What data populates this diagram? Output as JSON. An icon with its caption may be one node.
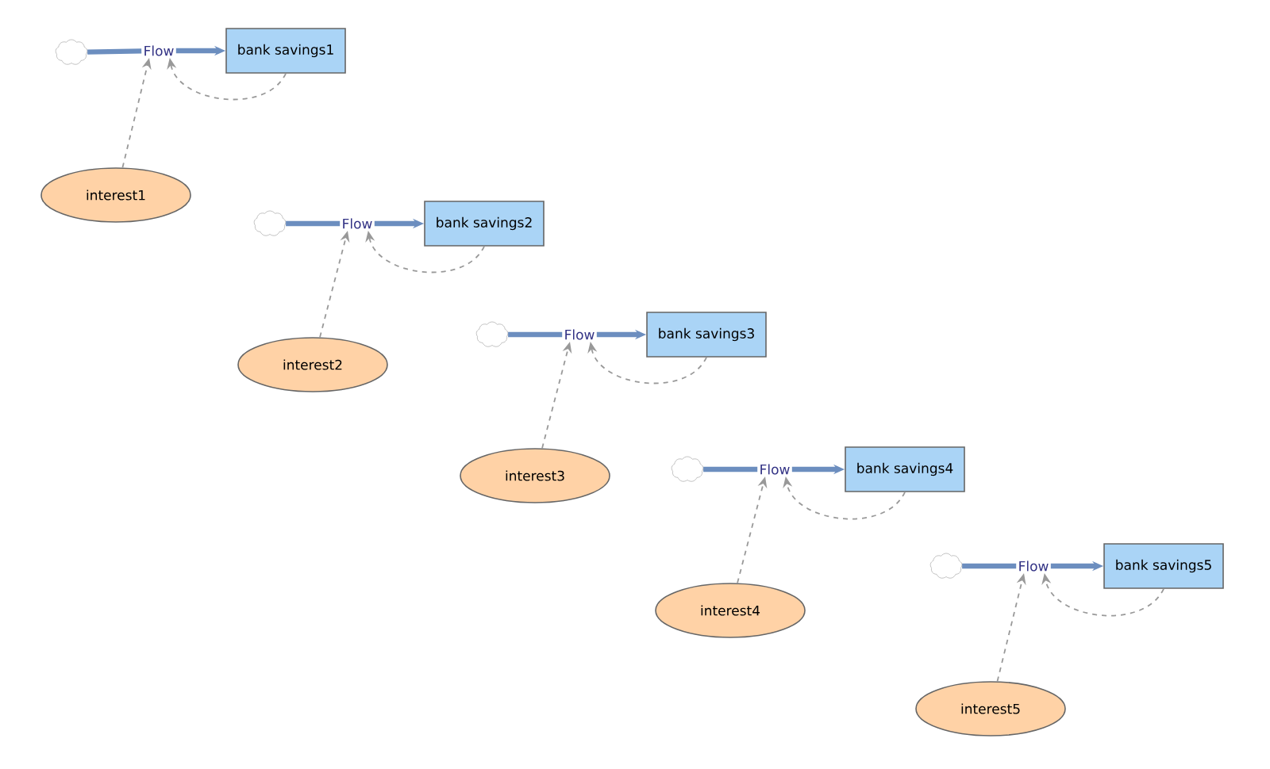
{
  "diagram": {
    "nodes": [
      {
        "text": [],
        "shape": "cloud"
      },
      {
        "text": [
          "Flow"
        ]
      },
      {
        "text": [
          "bank savings1"
        ]
      },
      {
        "text": [
          "interest1"
        ]
      },
      {
        "text": [],
        "shape": "cloud"
      },
      {
        "text": [
          "Flow"
        ]
      },
      {
        "text": [
          "bank savings2"
        ]
      },
      {
        "text": [
          "interest2"
        ]
      },
      {
        "text": [],
        "shape": "cloud"
      },
      {
        "text": [
          "Flow"
        ]
      },
      {
        "text": [
          "bank savings3"
        ]
      },
      {
        "text": [
          "interest3"
        ]
      },
      {
        "text": [],
        "shape": "cloud"
      },
      {
        "text": [
          "Flow"
        ]
      },
      {
        "text": [
          "bank savings4"
        ]
      },
      {
        "text": [
          "interest4"
        ]
      },
      {
        "text": [],
        "shape": "cloud"
      },
      {
        "text": [
          "Flow"
        ]
      },
      {
        "text": [
          "bank savings5"
        ]
      },
      {
        "text": [
          "interest5"
        ]
      }
    ],
    "edges": [
      {
        "from": 0,
        "to": 1,
        "arrow": "none",
        "style": "thick",
        "color": "#6c8ebf"
      },
      {
        "from": 1,
        "to": 2,
        "arrow": "to",
        "style": "thick",
        "color": "#6c8ebf"
      },
      {
        "from": 3,
        "to": 1,
        "arrow": "to",
        "style": "dashed",
        "color": "#999999"
      },
      {
        "from": 2,
        "to": 1,
        "arrow": "to",
        "style": "dashed",
        "color": "#999999"
      },
      {
        "from": 4,
        "to": 5,
        "arrow": "none",
        "style": "thick",
        "color": "#6c8ebf"
      },
      {
        "from": 5,
        "to": 6,
        "arrow": "to",
        "style": "thick",
        "color": "#6c8ebf"
      },
      {
        "from": 7,
        "to": 5,
        "arrow": "to",
        "style": "dashed",
        "color": "#999999"
      },
      {
        "from": 6,
        "to": 5,
        "arrow": "to",
        "style": "dashed",
        "color": "#999999"
      },
      {
        "from": 8,
        "to": 9,
        "arrow": "none",
        "style": "thick",
        "color": "#6c8ebf"
      },
      {
        "from": 9,
        "to": 10,
        "arrow": "to",
        "style": "thick",
        "color": "#6c8ebf"
      },
      {
        "from": 11,
        "to": 9,
        "arrow": "to",
        "style": "dashed",
        "color": "#999999"
      },
      {
        "from": 10,
        "to": 9,
        "arrow": "to",
        "style": "dashed",
        "color": "#999999"
      },
      {
        "from": 12,
        "to": 13,
        "arrow": "none",
        "style": "thick",
        "color": "#6c8ebf"
      },
      {
        "from": 13,
        "to": 14,
        "arrow": "to",
        "style": "thick",
        "color": "#6c8ebf"
      },
      {
        "from": 15,
        "to": 13,
        "arrow": "to",
        "style": "dashed",
        "color": "#999999"
      },
      {
        "from": 14,
        "to": 13,
        "arrow": "to",
        "style": "dashed",
        "color": "#999999"
      },
      {
        "from": 16,
        "to": 17,
        "arrow": "none",
        "style": "thick",
        "color": "#6c8ebf"
      },
      {
        "from": 17,
        "to": 18,
        "arrow": "to",
        "style": "thick",
        "color": "#6c8ebf"
      },
      {
        "from": 19,
        "to": 17,
        "arrow": "to",
        "style": "dashed",
        "color": "#999999"
      },
      {
        "from": 18,
        "to": 17,
        "arrow": "to",
        "style": "dashed",
        "color": "#999999"
      }
    ]
  }
}
